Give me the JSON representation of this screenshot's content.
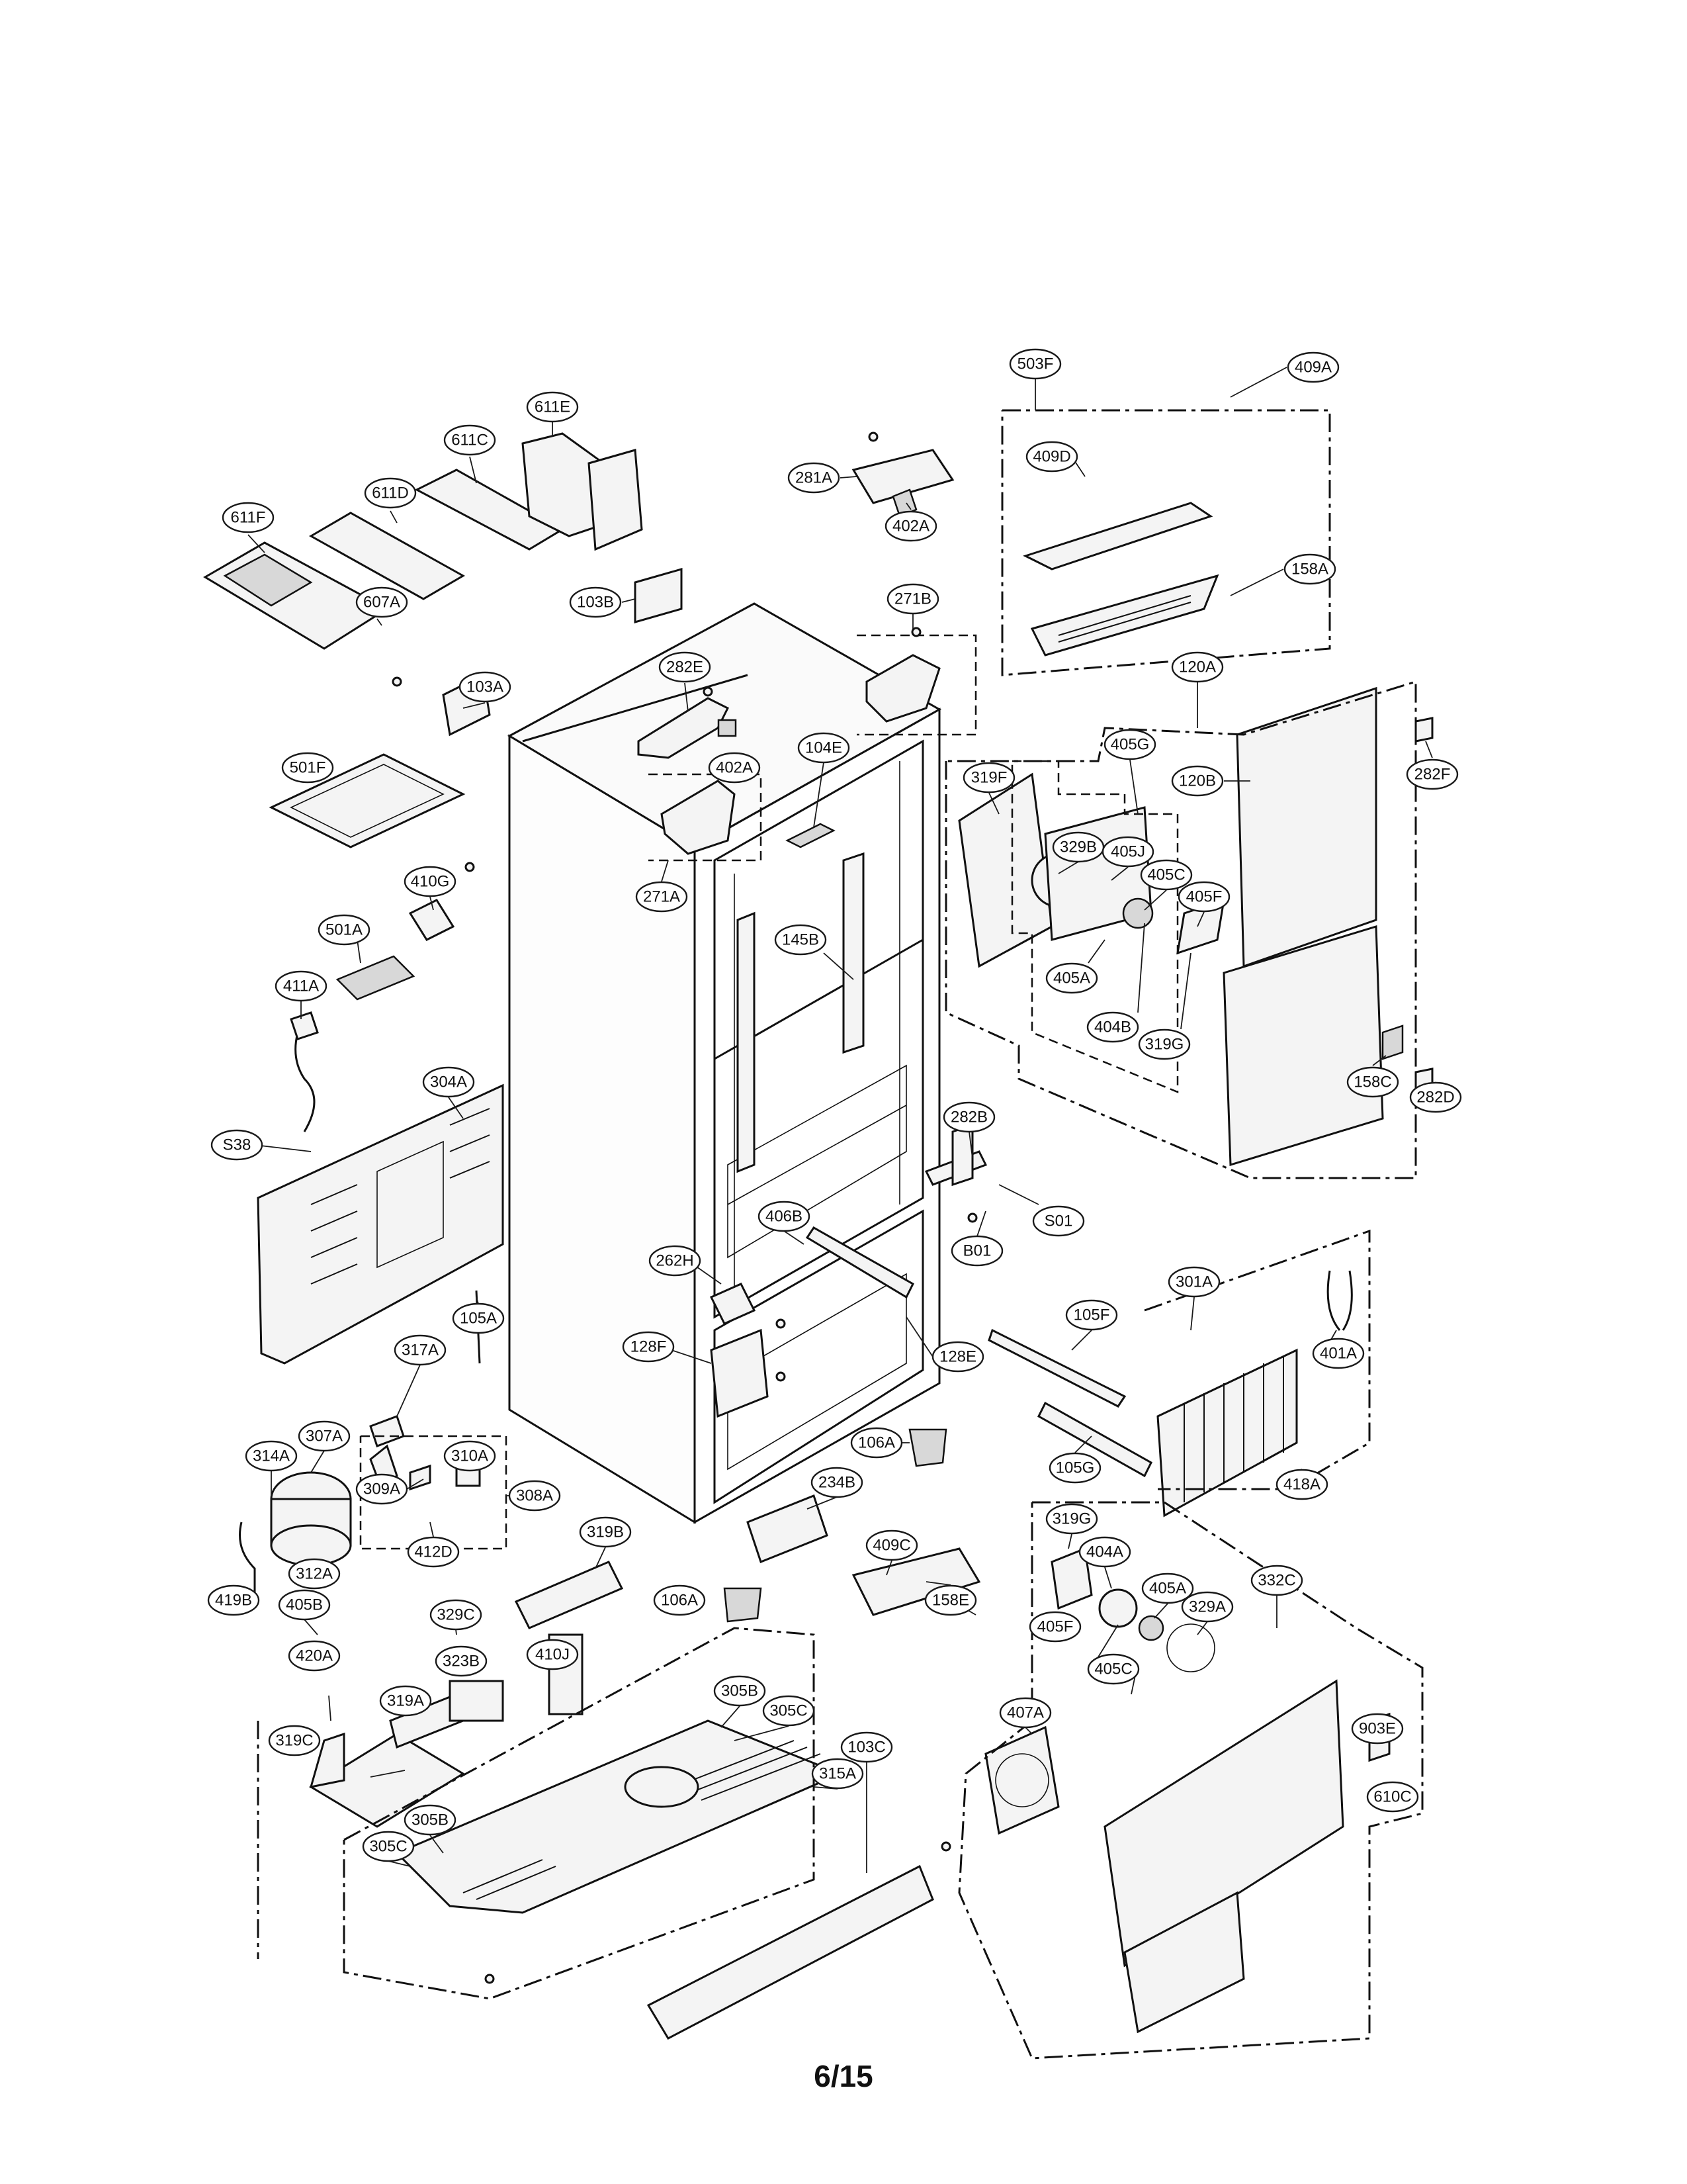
{
  "page_number": "6/15",
  "labels": [
    "503F",
    "409D",
    "409A",
    "158A",
    "611E",
    "611C",
    "611D",
    "611F",
    "607A",
    "281A",
    "402A",
    "103B",
    "271B",
    "282E",
    "103A",
    "120A",
    "282F",
    "501F",
    "104E",
    "402A",
    "405G",
    "319F",
    "329B",
    "405J",
    "120B",
    "271A",
    "410G",
    "405C",
    "405F",
    "501A",
    "145B",
    "405A",
    "404B",
    "319G",
    "411A",
    "158C",
    "282D",
    "304A",
    "S38",
    "282B",
    "S01",
    "B01",
    "406B",
    "262H",
    "301A",
    "105A",
    "105F",
    "401A",
    "128F",
    "128E",
    "317A",
    "106A",
    "105G",
    "418A",
    "314A",
    "307A",
    "310A",
    "309A",
    "308A",
    "412D",
    "319B",
    "234B",
    "409C",
    "419B",
    "312A",
    "106A",
    "158E",
    "319G",
    "404A",
    "332C",
    "405B",
    "329C",
    "405A",
    "329A",
    "323B",
    "410J",
    "405F",
    "420A",
    "405C",
    "305B",
    "319A",
    "305C",
    "407A",
    "903E",
    "319C",
    "315A",
    "610C",
    "103C",
    "305B",
    "305C"
  ]
}
